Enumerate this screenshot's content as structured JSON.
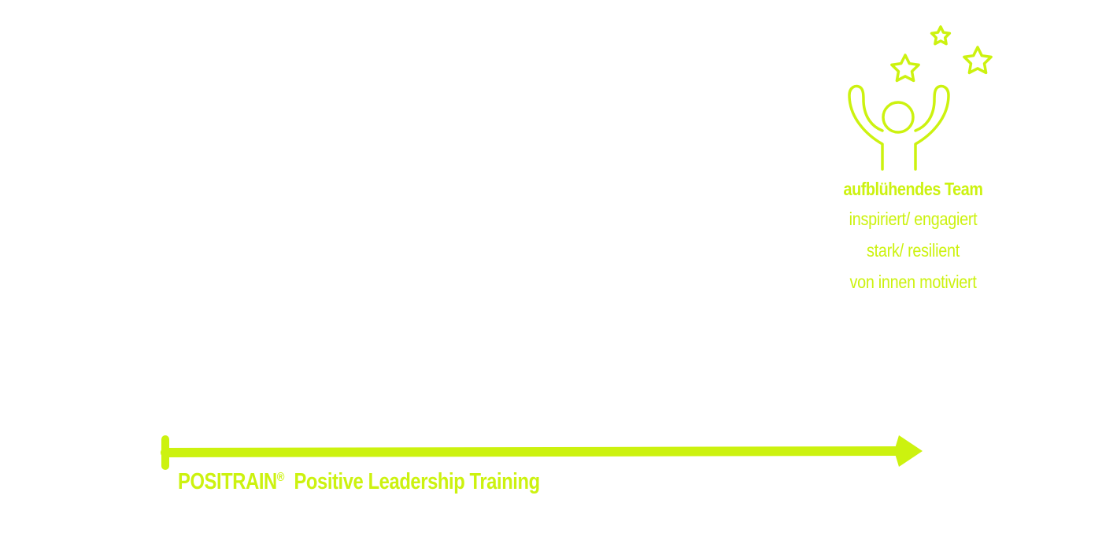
{
  "colors": {
    "accent": "#ccf20f",
    "background": "#ffffff"
  },
  "icons": {
    "team": "cheering-person-with-stars-icon",
    "timeline": "arrow-right-icon"
  },
  "team": {
    "title": "aufblühendes Team",
    "lines": [
      "inspiriert/ engagiert",
      "stark/ resilient",
      "von innen motiviert"
    ]
  },
  "training": {
    "brand": "POSITRAIN",
    "registered_mark": "®",
    "name": "Positive Leadership Training"
  }
}
